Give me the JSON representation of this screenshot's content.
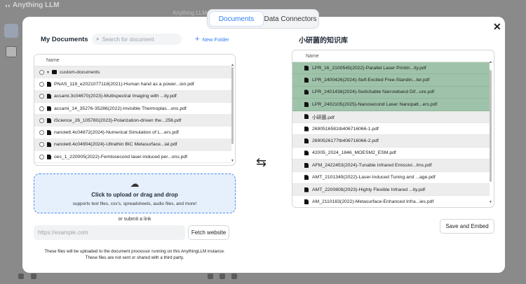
{
  "background": {
    "app_logo": "Anything LLM",
    "workspace_title": "Anything LLM"
  },
  "tabs": [
    {
      "label": "Documents",
      "active": true
    },
    {
      "label": "Data Connectors",
      "active": false
    }
  ],
  "left": {
    "title": "My Documents",
    "search_placeholder": "Search for document",
    "new_folder_label": "New Folder",
    "column_header": "Name",
    "rows": [
      {
        "type": "folder",
        "name": "custom-documents"
      },
      {
        "type": "file",
        "name": "PNAS_118_e2021077118(2021)-Human hand as a power...ion.pdf"
      },
      {
        "type": "file",
        "name": "acsami.3c04670(2023)-Multispectral Imaging with ...ity.pdf"
      },
      {
        "type": "file",
        "name": "acsami_14_35276-35286(2022)-Invisible Thermoplas...ons.pdf"
      },
      {
        "type": "file",
        "name": "iScience_26_105780(2023)-Polarization-driven the...256.pdf"
      },
      {
        "type": "file",
        "name": "nanolett.4c04872(2024)-Numerical Simulation of L...ers.pdf"
      },
      {
        "type": "file",
        "name": "nanolett.4c04904(2024)-Ultrathin BIC Metasurface...ial.pdf"
      },
      {
        "type": "file",
        "name": "oes_1_220005(2022)-Femtosecond laser-induced per...ons.pdf"
      }
    ],
    "upload_title": "Click to upload or drag and drop",
    "upload_subtitle": "supports text files, csv's, spreadsheets, audio files, and more!",
    "or_link": "or submit a link",
    "url_placeholder": "https://example.com",
    "fetch_label": "Fetch website",
    "notice_line1": "These files will be uploaded to the document processor running on this AnythingLLM instance.",
    "notice_line2": "These files are not sent or shared with a third party."
  },
  "right": {
    "title": "小研菌的知识库",
    "column_header": "Name",
    "rows": [
      {
        "name": "LPR_16_2100545(2022)-Parallel Laser Printin...ity.pdf",
        "selected": true
      },
      {
        "name": "LPR_2400426(2024)-Self-Excited Free-Standin...ter.pdf",
        "selected": true
      },
      {
        "name": "LPR_2401438(2024)-Switchable Narrowband Dif...ure.pdf",
        "selected": true
      },
      {
        "name": "LPR_2402105(2025)-Nanosecond Laser Nanopatt...ers.pdf",
        "selected": true
      },
      {
        "name": "小研菌.pdf",
        "selected": false
      },
      {
        "name": "2690516581tb406716066-1.pdf",
        "selected": false
      },
      {
        "name": "2690526177tb406716066-2.pdf",
        "selected": false
      },
      {
        "name": "42005_2024_1846_MOESM2_ESM.pdf",
        "selected": false
      },
      {
        "name": "AFM_2422453(2024)-Tunable Infrared Emissivi...lms.pdf",
        "selected": false
      },
      {
        "name": "AMT_2101349(2022)-Laser-Induced Tuning and ...age.pdf",
        "selected": false
      },
      {
        "name": "AMT_2200808(2023)-Highly Flexible Infrared ...ity.pdf",
        "selected": false
      },
      {
        "name": "AM_2110163(2022)-Metasurface-Enhanced Infra...ies.pdf",
        "selected": false
      }
    ],
    "save_label": "Save and Embed"
  },
  "icons": {
    "close": "close-icon",
    "swap": "swap-arrows-icon",
    "upload": "cloud-upload-icon",
    "search": "search-icon"
  },
  "colors": {
    "accent": "#2f7cf6",
    "selected_row": "#9fc3aa",
    "upload_bg": "#e6f0fc"
  }
}
